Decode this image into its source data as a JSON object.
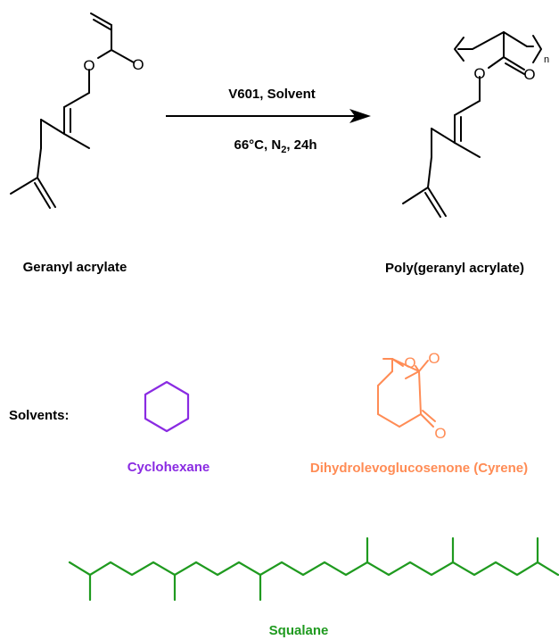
{
  "reaction": {
    "reagents": "V601, Solvent",
    "conditions": {
      "temperature": "66°C,",
      "atmosphere": "N",
      "atmosphere_subscript": "2",
      "time": ", 24h"
    }
  },
  "reactant": {
    "name": "Geranyl acrylate"
  },
  "product": {
    "name": "Poly(geranyl acrylate)",
    "repeat_subscript": "n"
  },
  "atoms": {
    "oxygen": "O"
  },
  "solvents": {
    "heading": "Solvents:",
    "cyclohexane": {
      "name": "Cyclohexane",
      "color": "#8a2be2"
    },
    "cyrene": {
      "name": "Dihydrolevoglucosenone (Cyrene)",
      "color": "#ff8c55"
    },
    "squalane": {
      "name": "Squalane",
      "color": "#1f9a1f"
    }
  },
  "colors": {
    "ink": "#000000"
  }
}
